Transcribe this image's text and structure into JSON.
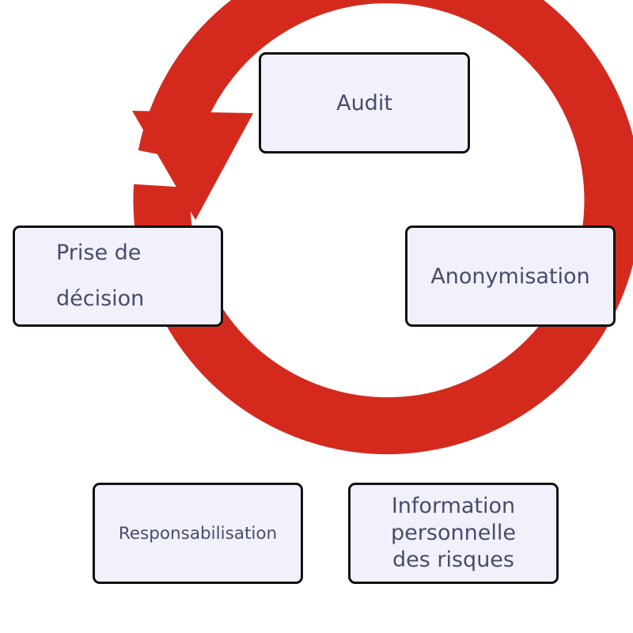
{
  "cycle": {
    "arrow_color": "#d42a1e",
    "box_fill": "#f0f1fa",
    "box_border": "#111111",
    "text_color": "#4a4a6e",
    "direction": "clockwise",
    "steps": [
      {
        "label": "Audit"
      },
      {
        "label": "Anonymisation"
      },
      {
        "label": "Information\npersonnelle\ndes risques"
      },
      {
        "label": "Responsabilisation"
      },
      {
        "label": "Prise de\ndécision"
      }
    ]
  }
}
